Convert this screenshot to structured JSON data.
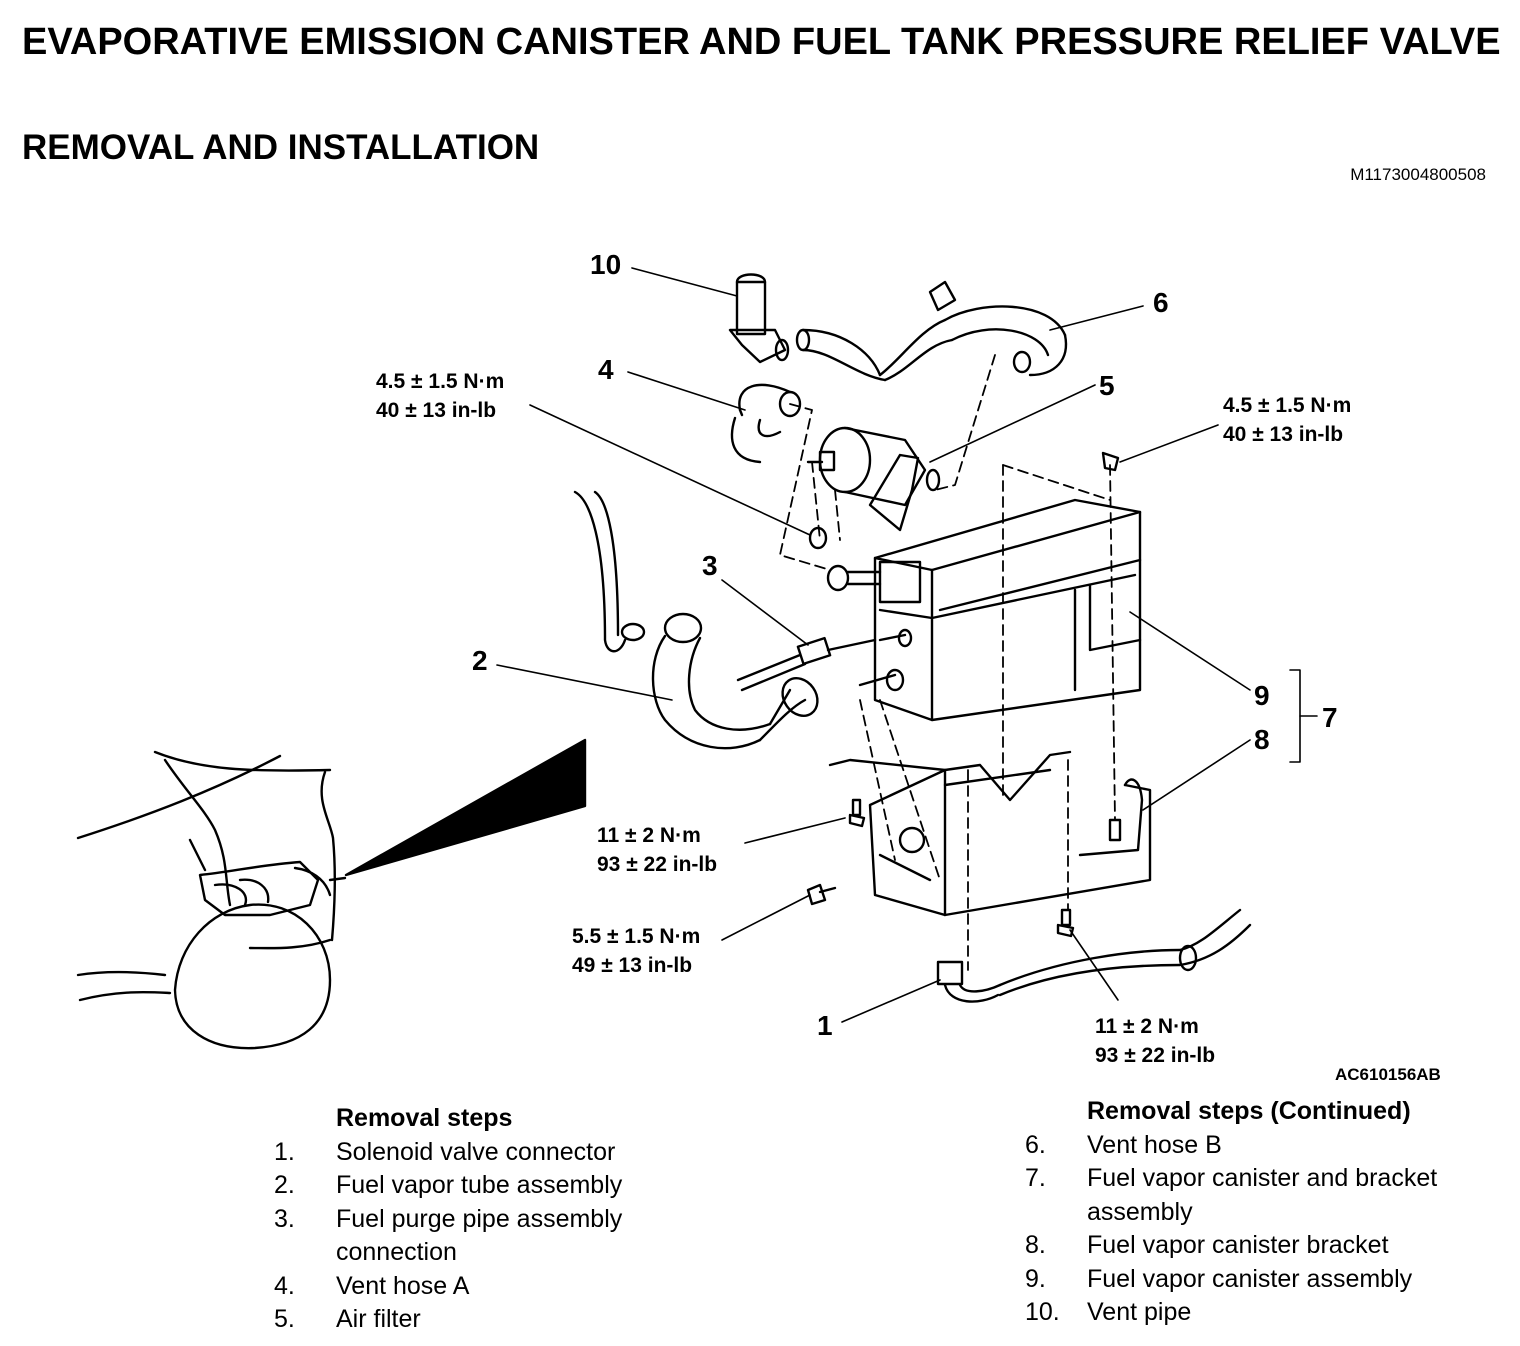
{
  "title": "EVAPORATIVE EMISSION CANISTER AND FUEL TANK PRESSURE RELIEF VALVE",
  "subtitle": "REMOVAL AND INSTALLATION",
  "doc_id": "M1173004800508",
  "figure_id": "AC610156AB",
  "callouts": {
    "c1": "1",
    "c2": "2",
    "c3": "3",
    "c4": "4",
    "c5": "5",
    "c6": "6",
    "c7": "7",
    "c8": "8",
    "c9": "9",
    "c10": "10"
  },
  "torques": {
    "t_vent_nut": {
      "nm": "4.5 ± 1.5 N·m",
      "inlb": "40 ± 13 in-lb"
    },
    "t_top_right": {
      "nm": "4.5 ± 1.5 N·m",
      "inlb": "40 ± 13 in-lb"
    },
    "t_bracket_left": {
      "nm": "11 ± 2 N·m",
      "inlb": "93 ± 22 in-lb"
    },
    "t_bracket_bolt": {
      "nm": "5.5 ± 1.5 N·m",
      "inlb": "49 ± 13 in-lb"
    },
    "t_bottom": {
      "nm": "11 ± 2 N·m",
      "inlb": "93 ± 22 in-lb"
    }
  },
  "removal_steps": {
    "heading": "Removal steps",
    "items": [
      {
        "num": "1.",
        "label": "Solenoid valve connector"
      },
      {
        "num": "2.",
        "label": "Fuel vapor tube assembly"
      },
      {
        "num": "3.",
        "label": "Fuel purge pipe assembly connection"
      },
      {
        "num": "4.",
        "label": "Vent hose A"
      },
      {
        "num": "5.",
        "label": "Air filter"
      }
    ]
  },
  "removal_steps_continued": {
    "heading": "Removal steps (Continued)",
    "items": [
      {
        "num": "6.",
        "label": "Vent hose B"
      },
      {
        "num": "7.",
        "label": "Fuel vapor canister and bracket assembly"
      },
      {
        "num": "8.",
        "label": "Fuel vapor canister bracket"
      },
      {
        "num": "9.",
        "label": "Fuel vapor canister assembly"
      },
      {
        "num": "10.",
        "label": "Vent pipe"
      }
    ]
  }
}
